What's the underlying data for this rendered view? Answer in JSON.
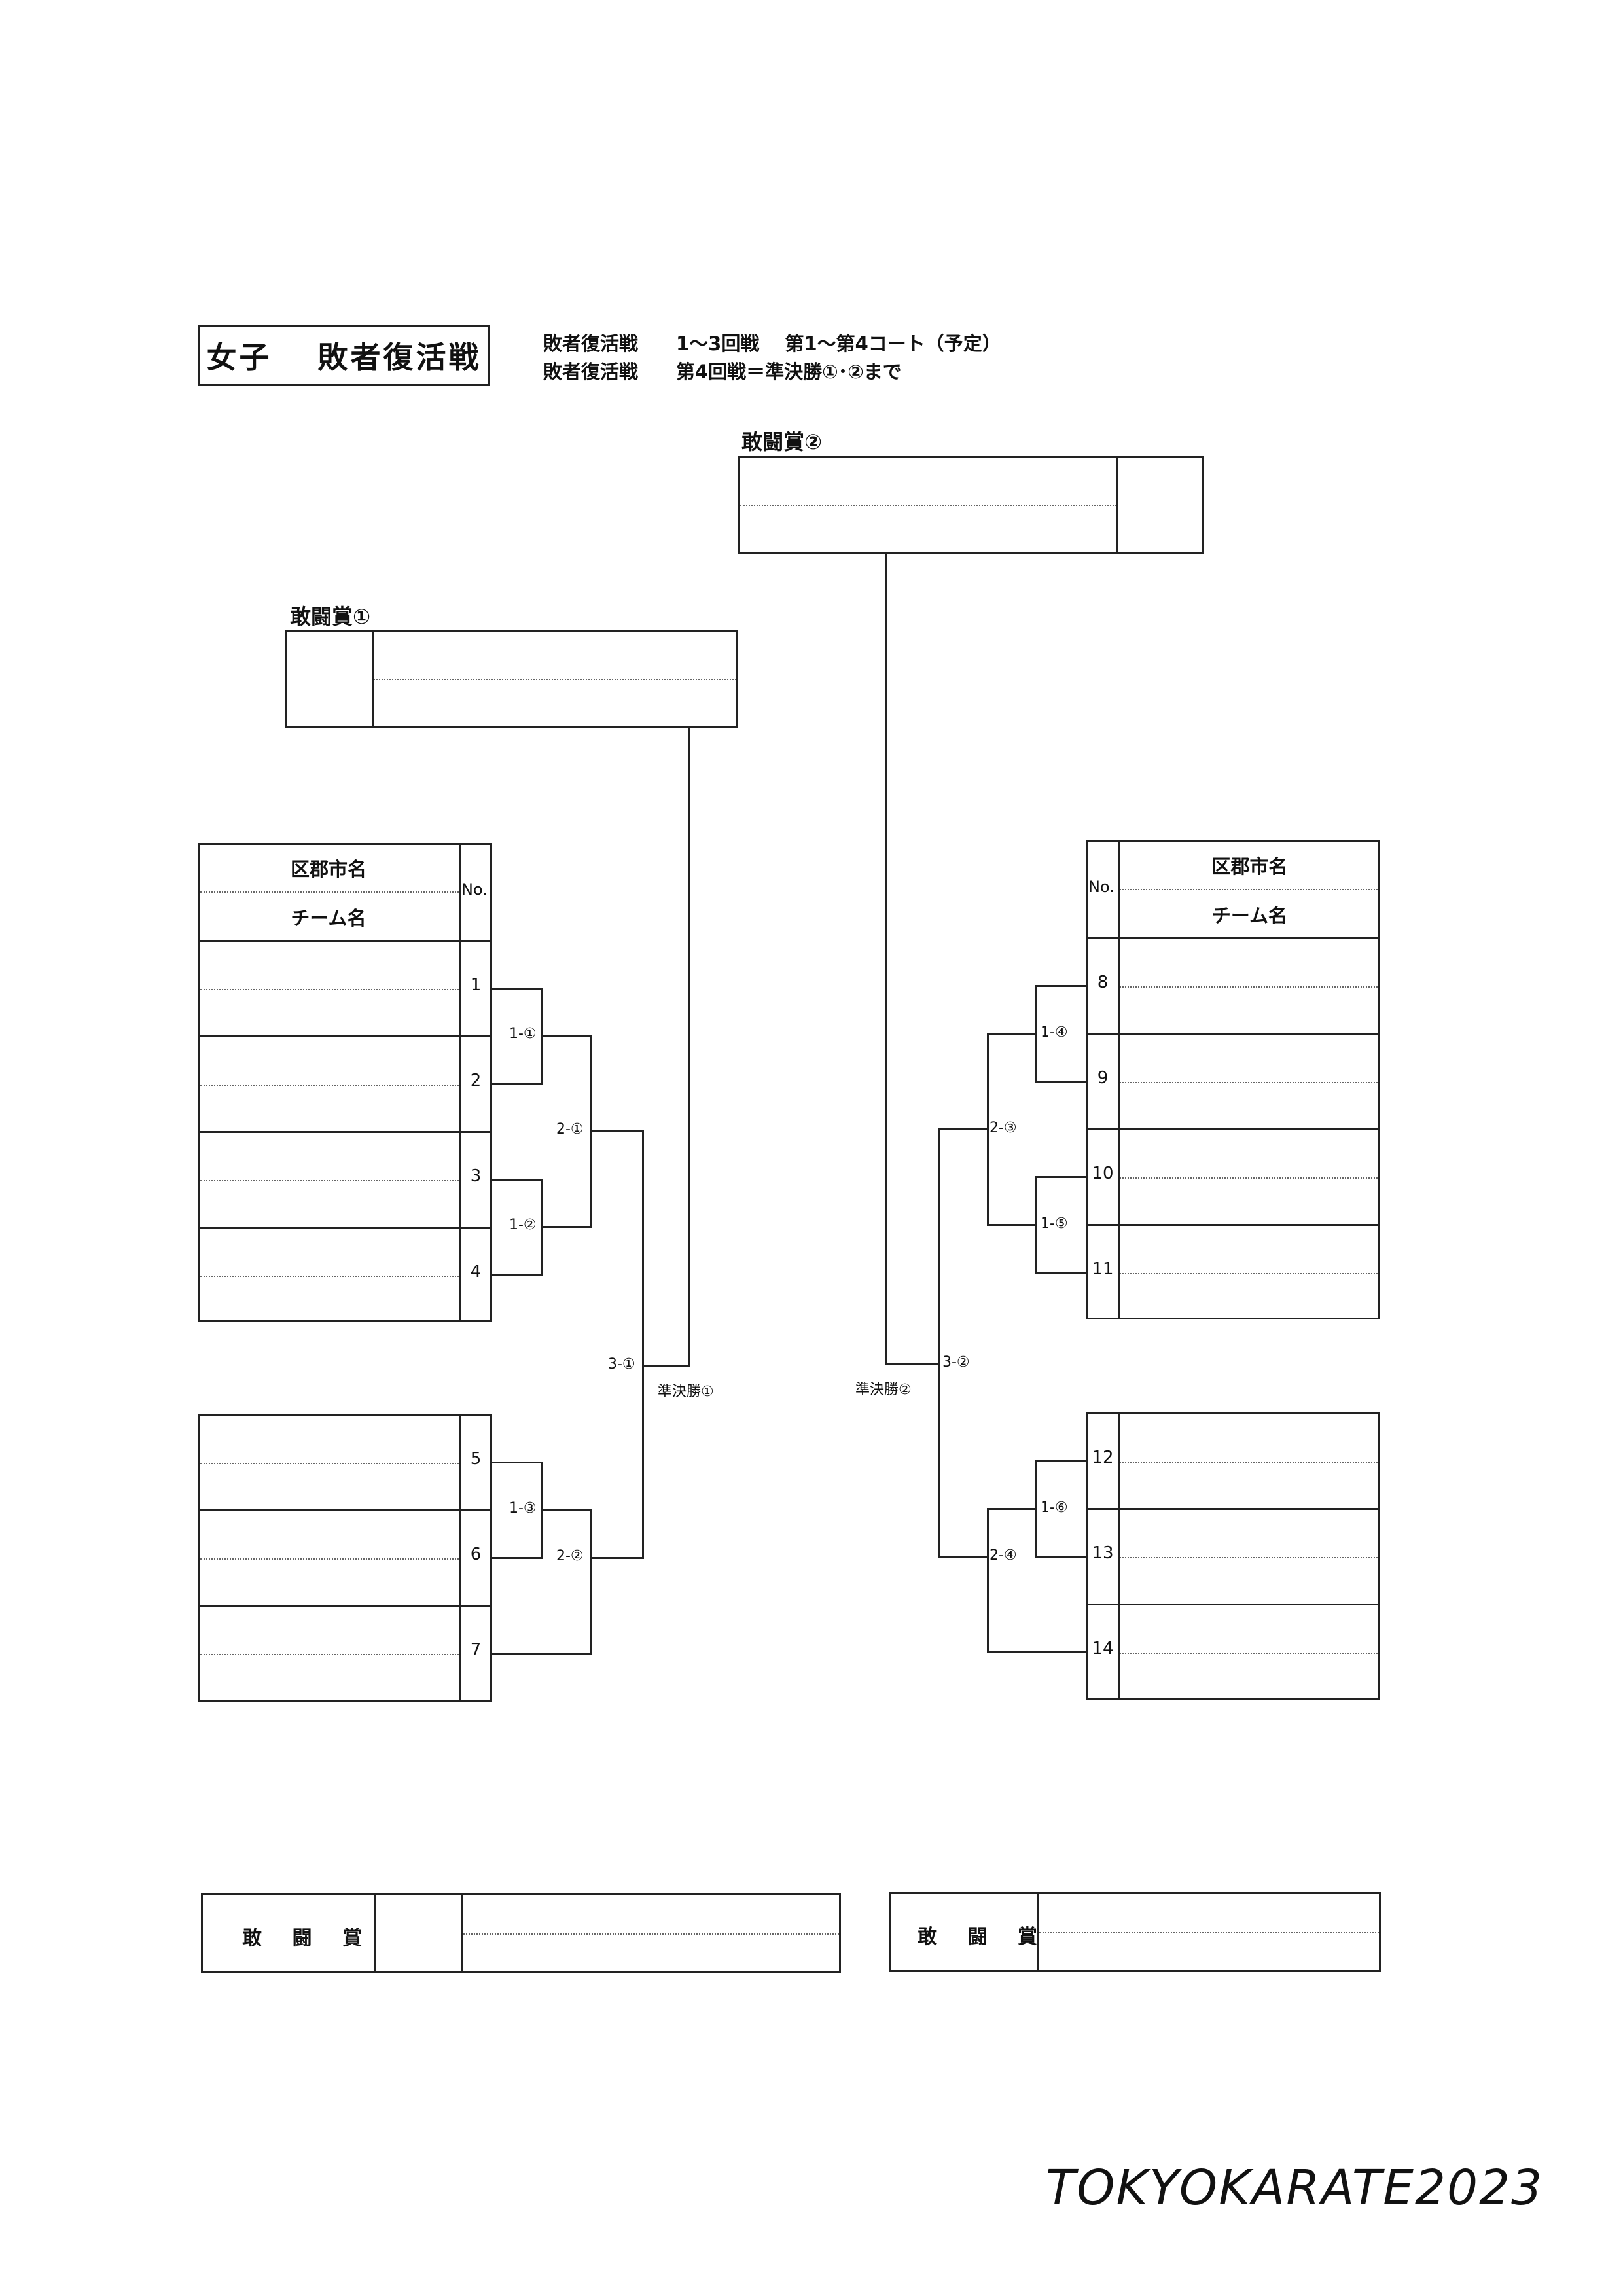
{
  "header": {
    "title": "女子　 敗者復活戦",
    "note_line1": "敗者復活戦　　1～3回戦　 第1～第4コート（予定）",
    "note_line2": "敗者復活戦　　第4回戦＝準決勝①･②まで"
  },
  "awards": {
    "award1_label": "敢闘賞①",
    "award2_label": "敢闘賞②"
  },
  "table_header": {
    "region": "区郡市名",
    "team": "チーム名",
    "no": "No."
  },
  "entries": [
    "1",
    "2",
    "3",
    "4",
    "5",
    "6",
    "7",
    "8",
    "9",
    "10",
    "11",
    "12",
    "13",
    "14"
  ],
  "matches": {
    "m1_1": "1-①",
    "m1_2": "1-②",
    "m1_3": "1-③",
    "m1_4": "1-④",
    "m1_5": "1-⑤",
    "m1_6": "1-⑥",
    "m2_1": "2-①",
    "m2_2": "2-②",
    "m2_3": "2-③",
    "m2_4": "2-④",
    "m3_1": "3-①",
    "m3_2": "3-②",
    "semi1": "準決勝①",
    "semi2": "準決勝②"
  },
  "bottom": {
    "left_label": "敢 闘 賞",
    "right_label": "敢 闘 賞"
  },
  "footer": "TOKYOKARATE2023"
}
